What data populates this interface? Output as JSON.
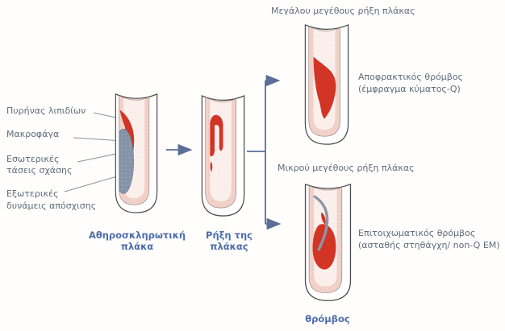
{
  "left_labels": {
    "lipid_core": "Πυρήνας λιπιδίων",
    "macrophages": "Μακροφάγα",
    "internal_line1": "Εσωτερικές",
    "internal_line2": "τάσεις σχάσης",
    "external_line1": "Εξωτερικές",
    "external_line2": "δυνάμεις απόσχισης"
  },
  "captions": {
    "atherosclerotic_plaque": "Αθηροσκληρωτική πλάκα",
    "plaque_rupture": "Ρήξη της πλάκας",
    "thrombus": "θρόμβος"
  },
  "branch_headers": {
    "large_rupture": "Μεγάλου μεγέθους ρήξη πλάκας",
    "small_rupture": "Μικρού μεγέθους ρήξη πλάκας"
  },
  "right_labels": {
    "occlusive_line1": "Αποφρακτικός θρόμβος",
    "occlusive_line2": "(έμφραγμα κύματος-Q)",
    "mural_line1": "Επιτοιχωματικός θρόμβος",
    "mural_line2": "(ασταθής στηθάγχη/ non-Q EM)"
  },
  "colors": {
    "thrombus_red": "#d23526",
    "lipid_core_grey": "#8694a9",
    "vessel_wall_pink": "#f2d3cb",
    "lumen_pink": "#fbf0ec",
    "outline": "#4e4e4e",
    "arrow_blue": "#5a6e96",
    "label_grey": "#5f6b7a",
    "caption_blue": "#4d6cad"
  }
}
